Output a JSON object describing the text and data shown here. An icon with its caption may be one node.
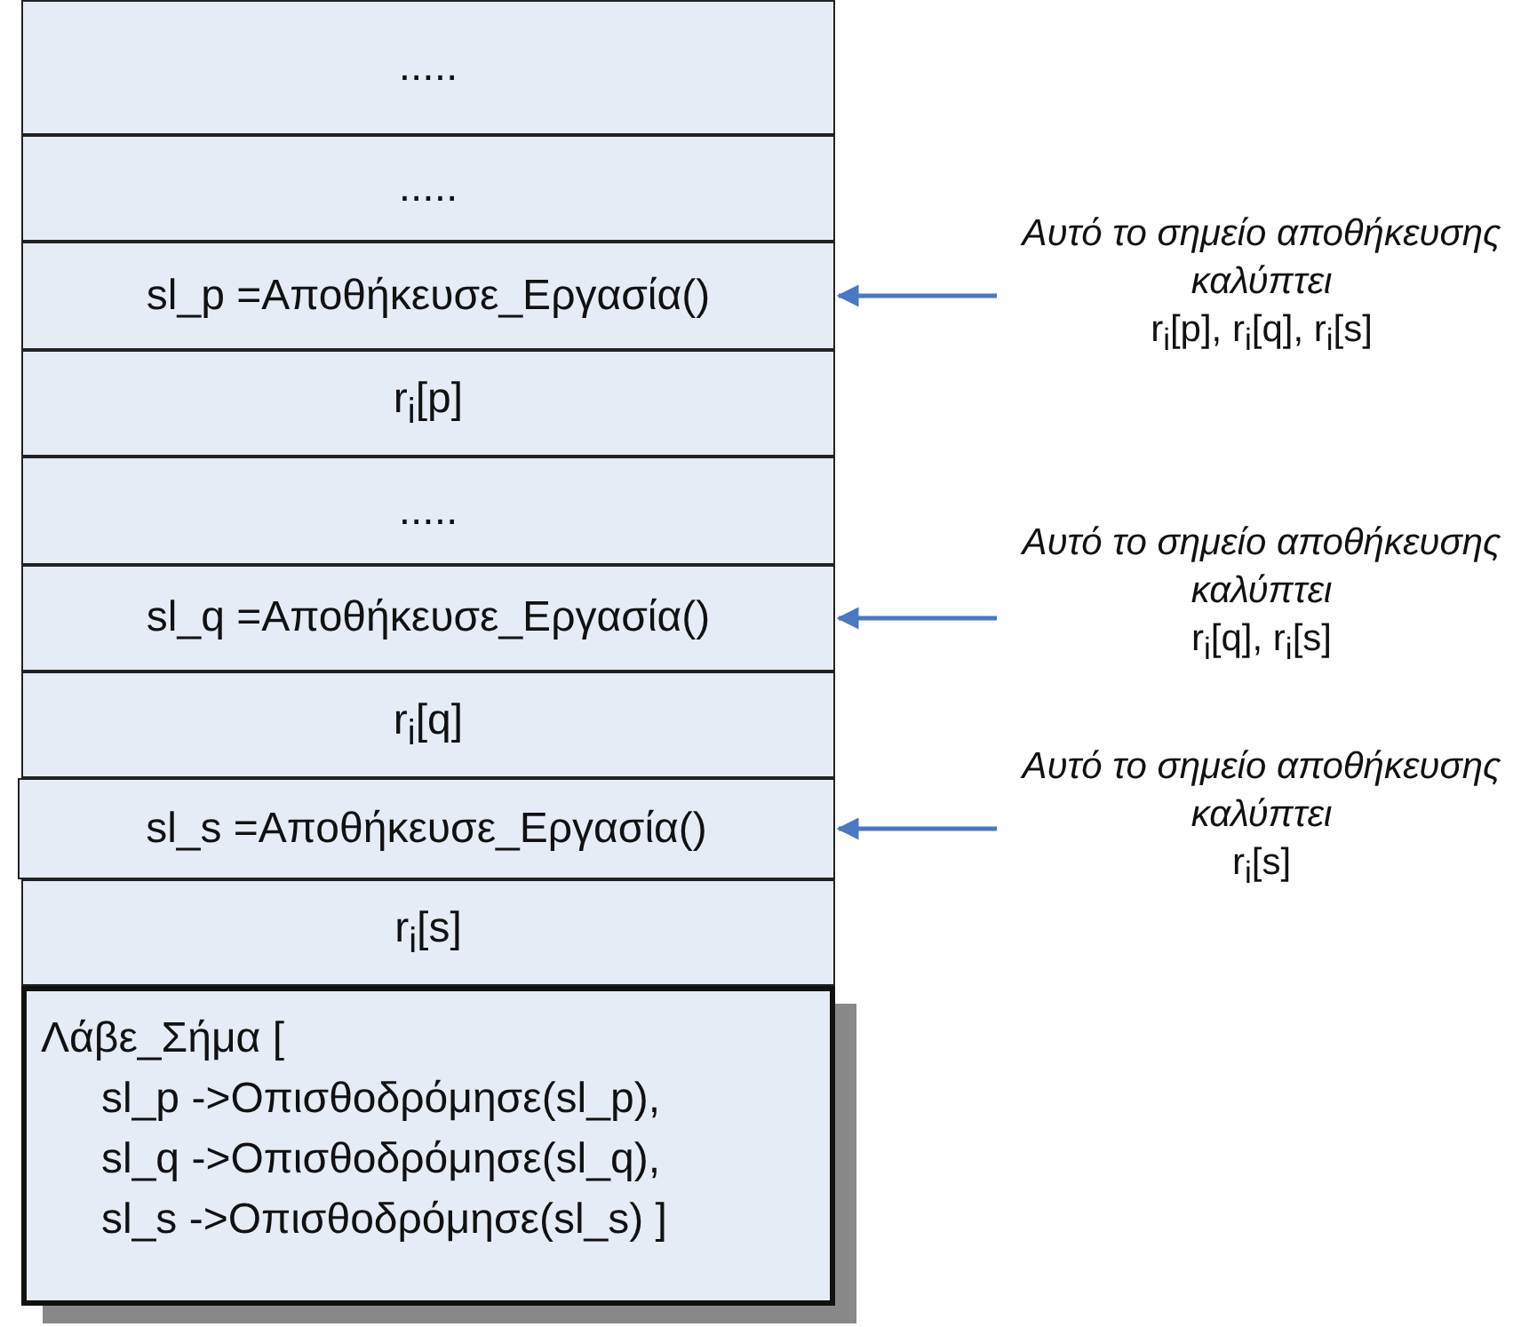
{
  "diagram": {
    "nodes": [
      {
        "text": [
          "....."
        ]
      },
      {
        "text": [
          "....."
        ]
      },
      {
        "text": [
          "sl_p =Αποθήκευσε_Εργασία()"
        ]
      },
      {
        "text": [
          "r$_{i}$[p]"
        ]
      },
      {
        "text": [
          "....."
        ]
      },
      {
        "text": [
          "sl_q =Αποθήκευσε_Εργασία()"
        ]
      },
      {
        "text": [
          "r$_{i}$[q]"
        ]
      },
      {
        "text": [
          "sl_s =Αποθήκευσε_Εργασία()"
        ]
      },
      {
        "text": [
          "r$_{i}$[s]"
        ]
      },
      {
        "text": [
          "Λάβε_Σήμα [",
          "sl_p ->Οπισθοδρόμησε(sl_p),",
          "sl_q ->Οπισθοδρόμησε(sl_q),",
          "sl_s ->Οπισθοδρόμησε(sl_s) ]"
        ]
      },
      {
        "text": [
          "Αυτό το σημείο αποθήκευσης καλύπτει",
          "r$_{i}$[p], r$_{i}$[q], r$_{i}$[s]"
        ]
      },
      {
        "text": [
          "Αυτό το σημείο αποθήκευσης καλύπτει",
          "r$_{i}$[q], r$_{i}$[s]"
        ]
      },
      {
        "text": [
          "Αυτό το σημείο αποθήκευσης καλύπτει",
          "r$_{i}$[s]"
        ]
      }
    ],
    "edges": [
      {
        "from": 10,
        "to": 2,
        "arrow": "to"
      },
      {
        "from": 11,
        "to": 5,
        "arrow": "to"
      },
      {
        "from": 12,
        "to": 7,
        "arrow": "to"
      }
    ]
  }
}
